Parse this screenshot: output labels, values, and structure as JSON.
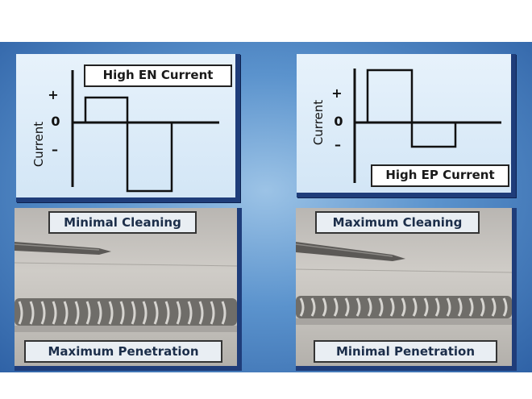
{
  "left_graph": {
    "title": "High EN Current",
    "y_axis_label": "Current",
    "plus": "+",
    "zero": "0",
    "minus": "–"
  },
  "right_graph": {
    "title": "High EP Current",
    "y_axis_label": "Current",
    "plus": "+",
    "zero": "0",
    "minus": "–"
  },
  "left_photo": {
    "top_label": "Minimal Cleaning",
    "bottom_label": "Maximum Penetration"
  },
  "right_photo": {
    "top_label": "Maximum Cleaning",
    "bottom_label": "Minimal Penetration"
  },
  "colors": {
    "background": "#4a84c4",
    "frame": "#1f3d7a",
    "waveform": "#111111"
  }
}
